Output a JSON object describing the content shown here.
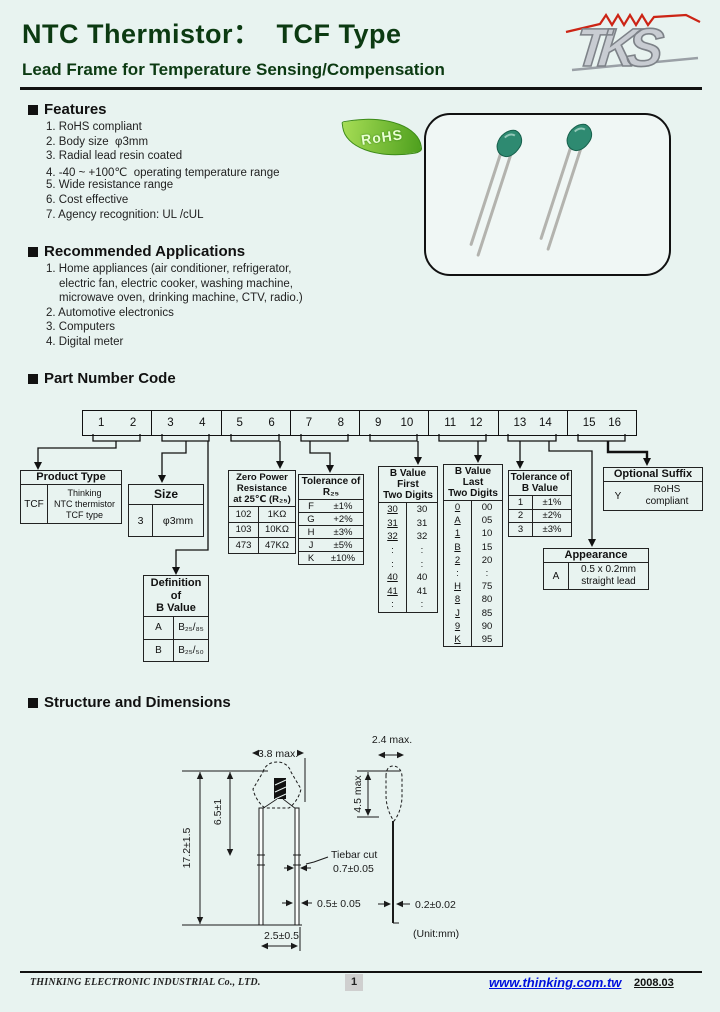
{
  "colors": {
    "page_bg": "#e8f3f0",
    "heading_green": "#0c3a12",
    "link_blue": "#0011dd",
    "leaf_green": "#4d9f1d",
    "logo_red": "#cc2415"
  },
  "header": {
    "title": "NTC Thermistor：  TCF Type",
    "subtitle": "Lead Frame for Temperature Sensing/Compensation",
    "logo_text": "TKS"
  },
  "features": {
    "heading": "Features",
    "items": [
      "1. RoHS compliant",
      "2. Body size  φ3mm",
      "3. Radial lead resin coated",
      "4. -40 ~ +100℃  operating temperature range",
      "5. Wide resistance range",
      "6. Cost effective",
      "7. Agency recognition: UL /cUL"
    ],
    "rohs_badge": "RoHS"
  },
  "applications": {
    "heading": "Recommended Applications",
    "lines": [
      "1. Home appliances (air conditioner, refrigerator,",
      "electric fan, electric cooker, washing machine,",
      "microwave oven, drinking machine, CTV, radio.)",
      "2. Automotive electronics",
      "3. Computers",
      "4. Digital meter"
    ]
  },
  "part_number": {
    "heading": "Part Number Code",
    "digits": [
      "1",
      "2",
      "3",
      "4",
      "5",
      "6",
      "7",
      "8",
      "9",
      "10",
      "11",
      "12",
      "13",
      "14",
      "15",
      "16"
    ],
    "product_type": {
      "title": "Product Type",
      "code": "TCF",
      "desc_lines": [
        "Thinking",
        "NTC thermistor",
        "TCF type"
      ]
    },
    "size": {
      "title": "Size",
      "code": "3",
      "value": "φ3mm"
    },
    "resistance": {
      "title_lines": [
        "Zero Power",
        "Resistance",
        "at 25℃ (R₂₅)"
      ],
      "rows": [
        [
          "102",
          "1KΩ"
        ],
        [
          "103",
          "10KΩ"
        ],
        [
          "473",
          "47KΩ"
        ]
      ]
    },
    "tolerance_r25": {
      "title_lines": [
        "Tolerance of",
        "R₂₅"
      ],
      "rows": [
        [
          "F",
          "±1%"
        ],
        [
          "G",
          "+2%"
        ],
        [
          "H",
          "±3%"
        ],
        [
          "J",
          "±5%"
        ],
        [
          "K",
          "±10%"
        ]
      ]
    },
    "b_first": {
      "title_lines": [
        "B Value",
        "First",
        "Two Digits"
      ],
      "rows": [
        [
          "30",
          "30"
        ],
        [
          "31",
          "31"
        ],
        [
          "32",
          "32"
        ],
        [
          ":",
          ":"
        ],
        [
          ":",
          ":"
        ],
        [
          "40",
          "40"
        ],
        [
          "41",
          "41"
        ],
        [
          ":",
          ":"
        ]
      ]
    },
    "b_last": {
      "title_lines": [
        "B Value",
        "Last",
        "Two Digits"
      ],
      "rows": [
        [
          "0",
          "00"
        ],
        [
          "A",
          "05"
        ],
        [
          "1",
          "10"
        ],
        [
          "B",
          "15"
        ],
        [
          "2",
          "20"
        ],
        [
          ":",
          ":"
        ],
        [
          "H",
          "75"
        ],
        [
          "8",
          "80"
        ],
        [
          "J",
          "85"
        ],
        [
          "9",
          "90"
        ],
        [
          "K",
          "95"
        ]
      ]
    },
    "tolerance_b": {
      "title_lines": [
        "Tolerance of",
        "B Value"
      ],
      "rows": [
        [
          "1",
          "±1%"
        ],
        [
          "2",
          "±2%"
        ],
        [
          "3",
          "±3%"
        ]
      ]
    },
    "suffix": {
      "title": "Optional Suffix",
      "code": "Y",
      "desc_lines": [
        "RoHS",
        "compliant"
      ]
    },
    "definition": {
      "title_lines": [
        "Definition",
        "of",
        "B Value"
      ],
      "rows": [
        [
          "A",
          "B₂₅/₈₅"
        ],
        [
          "B",
          "B₂₅/₅₀"
        ]
      ]
    },
    "appearance": {
      "title": "Appearance",
      "code": "A",
      "desc_lines": [
        "0.5 x 0.2mm",
        "straight lead"
      ]
    }
  },
  "structure": {
    "heading": "Structure and Dimensions",
    "labels": {
      "d24": "2.4 max.",
      "d38": "3.8 max.",
      "d172": "17.2±1.5",
      "d65": "6.5±1",
      "d45": "4.5 max",
      "tiebar": "Tiebar cut",
      "d07": "0.7±0.05",
      "d05": "0.5± 0.05",
      "d02": "0.2±0.02",
      "d25": "2.5±0.5",
      "unit": "(Unit:mm)"
    }
  },
  "footer": {
    "company": "THINKING ELECTRONIC INDUSTRIAL Co., LTD.",
    "page": "1",
    "website": "www.thinking.com.tw",
    "date": "2008.03"
  }
}
